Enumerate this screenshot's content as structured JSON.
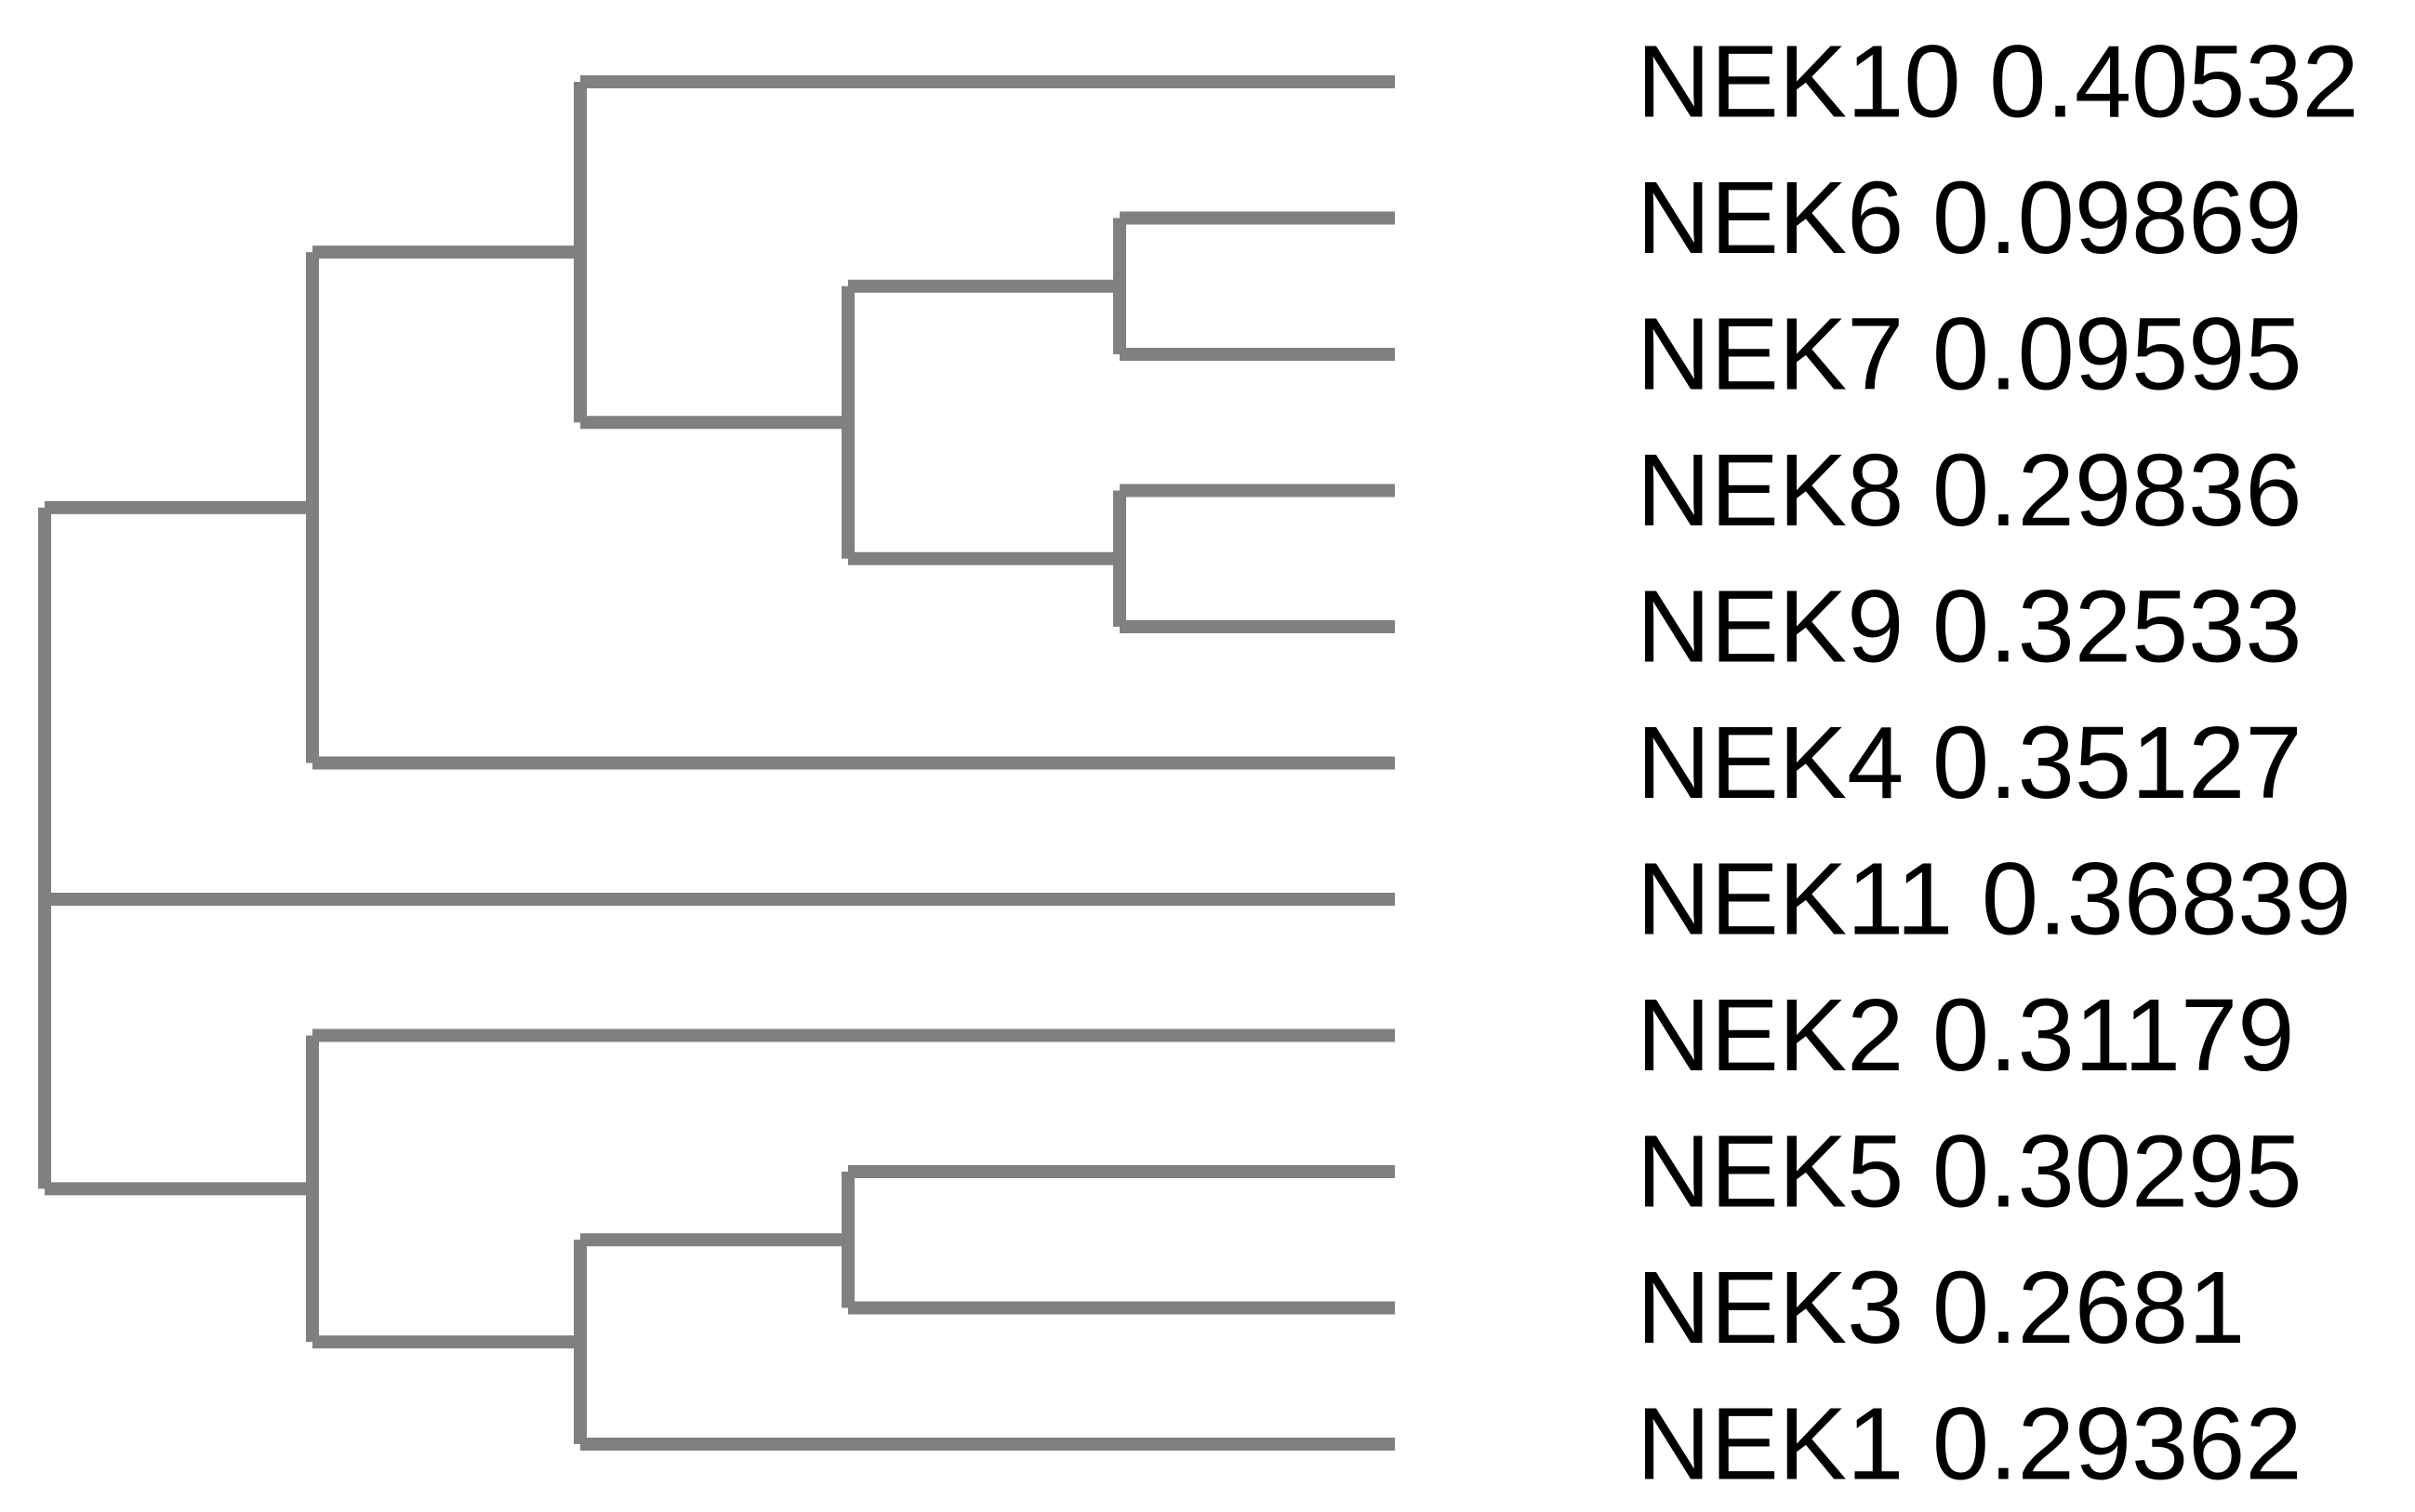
{
  "diagram": {
    "type": "dendrogram",
    "branch_color": "#808080",
    "label_color": "#000000",
    "leaves": [
      {
        "id": "NEK10",
        "name": "NEK10",
        "value": "0.40532",
        "label": "NEK10 0.40532"
      },
      {
        "id": "NEK6",
        "name": "NEK6",
        "value": "0.09869",
        "label": "NEK6 0.09869"
      },
      {
        "id": "NEK7",
        "name": "NEK7",
        "value": "0.09595",
        "label": "NEK7 0.09595"
      },
      {
        "id": "NEK8",
        "name": "NEK8",
        "value": "0.29836",
        "label": "NEK8 0.29836"
      },
      {
        "id": "NEK9",
        "name": "NEK9",
        "value": "0.32533",
        "label": "NEK9 0.32533"
      },
      {
        "id": "NEK4",
        "name": "NEK4",
        "value": "0.35127",
        "label": "NEK4 0.35127"
      },
      {
        "id": "NEK11",
        "name": "NEK11",
        "value": "0.36839",
        "label": "NEK11 0.36839"
      },
      {
        "id": "NEK2",
        "name": "NEK2",
        "value": "0.31179",
        "label": "NEK2 0.31179"
      },
      {
        "id": "NEK5",
        "name": "NEK5",
        "value": "0.30295",
        "label": "NEK5 0.30295"
      },
      {
        "id": "NEK3",
        "name": "NEK3",
        "value": "0.2681",
        "label": "NEK3 0.2681"
      },
      {
        "id": "NEK1",
        "name": "NEK1",
        "value": "0.29362",
        "label": "NEK1 0.29362"
      }
    ],
    "tree": {
      "children": [
        {
          "children": [
            {
              "children": [
                {
                  "leaf": "NEK10"
                },
                {
                  "children": [
                    {
                      "children": [
                        {
                          "leaf": "NEK6"
                        },
                        {
                          "leaf": "NEK7"
                        }
                      ]
                    },
                    {
                      "children": [
                        {
                          "leaf": "NEK8"
                        },
                        {
                          "leaf": "NEK9"
                        }
                      ]
                    }
                  ]
                }
              ]
            },
            {
              "leaf": "NEK4"
            }
          ]
        },
        {
          "leaf": "NEK11"
        },
        {
          "children": [
            {
              "leaf": "NEK2"
            },
            {
              "children": [
                {
                  "children": [
                    {
                      "leaf": "NEK5"
                    },
                    {
                      "leaf": "NEK3"
                    }
                  ]
                },
                {
                  "leaf": "NEK1"
                }
              ]
            }
          ]
        }
      ]
    }
  }
}
